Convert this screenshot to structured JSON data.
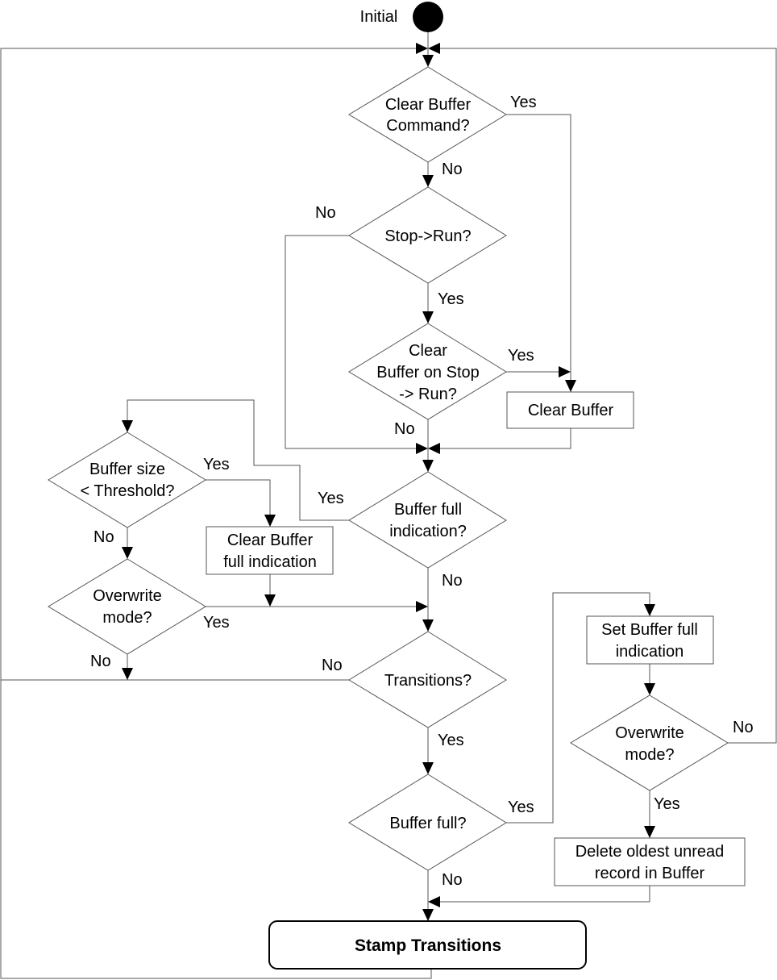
{
  "initial": {
    "label": "Initial"
  },
  "decisions": {
    "clear_cmd": {
      "lines": [
        "Clear Buffer",
        "Command?"
      ]
    },
    "stop_run": {
      "lines": [
        "Stop->Run?"
      ]
    },
    "clear_on_stop": {
      "lines": [
        "Clear",
        "Buffer on Stop",
        "-> Run?"
      ]
    },
    "buffer_full_ind": {
      "lines": [
        "Buffer full",
        "indication?"
      ]
    },
    "size_threshold": {
      "lines": [
        "Buffer size",
        "< Threshold?"
      ]
    },
    "overwrite_left": {
      "lines": [
        "Overwrite",
        "mode?"
      ]
    },
    "transitions": {
      "lines": [
        "Transitions?"
      ]
    },
    "buffer_full": {
      "lines": [
        "Buffer full?"
      ]
    },
    "overwrite_right": {
      "lines": [
        "Overwrite",
        "mode?"
      ]
    }
  },
  "processes": {
    "clear_buffer": {
      "lines": [
        "Clear Buffer"
      ]
    },
    "clear_full_ind": {
      "lines": [
        "Clear Buffer",
        "full indication"
      ]
    },
    "set_full_ind": {
      "lines": [
        "Set Buffer full",
        "indication"
      ]
    },
    "delete_oldest": {
      "lines": [
        "Delete oldest unread",
        "record in Buffer"
      ]
    }
  },
  "terminal": {
    "label": "Stamp Transitions"
  },
  "edge_labels": {
    "clear_cmd_yes": "Yes",
    "clear_cmd_no": "No",
    "stop_run_no": "No",
    "stop_run_yes": "Yes",
    "clear_on_stop_yes": "Yes",
    "clear_on_stop_no": "No",
    "buffer_full_ind_yes": "Yes",
    "buffer_full_ind_no": "No",
    "size_threshold_yes": "Yes",
    "size_threshold_no": "No",
    "overwrite_left_yes": "Yes",
    "overwrite_left_no": "No",
    "transitions_no": "No",
    "transitions_yes": "Yes",
    "buffer_full_yes": "Yes",
    "buffer_full_no": "No",
    "overwrite_right_no": "No",
    "overwrite_right_yes": "Yes"
  }
}
